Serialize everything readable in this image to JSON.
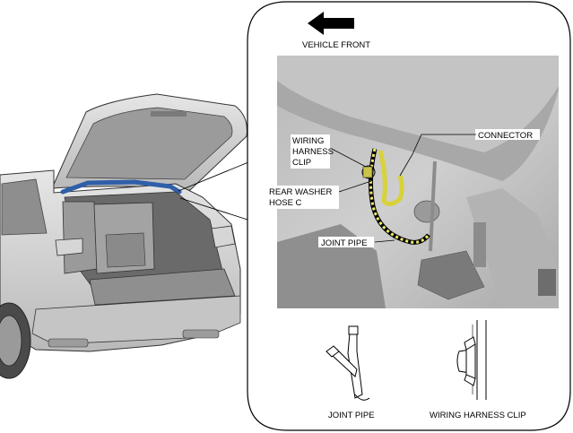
{
  "header": {
    "direction_label": "VEHICLE FRONT",
    "arrow_icon": "left-arrow-icon"
  },
  "callouts": {
    "wiring_harness_clip": [
      "WIRING",
      "HARNESS",
      "CLIP"
    ],
    "connector": "CONNECTOR",
    "rear_washer_hose": [
      "REAR WASHER",
      "HOSE C"
    ],
    "joint_pipe": "JOINT PIPE"
  },
  "details": {
    "joint_pipe_caption": "JOINT PIPE",
    "wiring_harness_clip_caption": "WIRING HARNESS CLIP"
  },
  "colors": {
    "highlight_blue": "#2f5fa8",
    "harness_yellow": "#d8d23a",
    "photo_bg": "#c9c9c9",
    "body_gray": "#d4d4d4"
  }
}
